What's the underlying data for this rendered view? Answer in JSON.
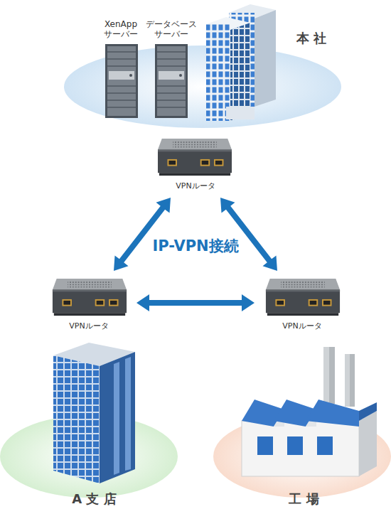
{
  "diagram": {
    "nodes": [
      {
        "text": [
          "本 社"
        ]
      },
      {
        "text": [
          "XenApp サーバー"
        ],
        "in": 0
      },
      {
        "text": [
          "データベース サーバー"
        ],
        "in": 0
      },
      {
        "text": [
          "VPNルータ"
        ]
      },
      {
        "text": [
          "VPNルータ"
        ]
      },
      {
        "text": [
          "VPNルータ"
        ]
      },
      {
        "text": [
          "A 支 店"
        ]
      },
      {
        "text": [
          "工 場"
        ]
      }
    ],
    "edges": [
      {
        "from": 3,
        "to": 4,
        "arrow": "both"
      },
      {
        "from": 3,
        "to": 5,
        "arrow": "both"
      },
      {
        "from": 4,
        "to": 5,
        "arrow": "both"
      }
    ],
    "labels": [
      "IP-VPN接続"
    ]
  }
}
